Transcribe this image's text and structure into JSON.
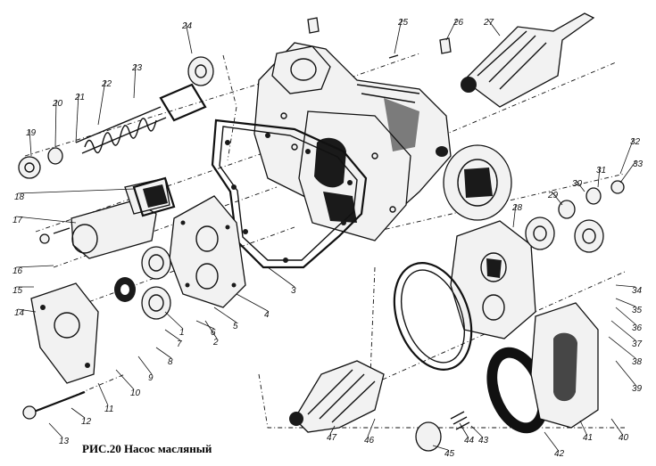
{
  "caption": "РИС.20 Насос масляный",
  "callouts": [
    "1",
    "2",
    "3",
    "4",
    "5",
    "6",
    "7",
    "8",
    "9",
    "10",
    "11",
    "12",
    "13",
    "14",
    "15",
    "16",
    "17",
    "18",
    "19",
    "20",
    "21",
    "22",
    "23",
    "24",
    "25",
    "26",
    "27",
    "28",
    "29",
    "30",
    "31",
    "32",
    "33",
    "34",
    "35",
    "36",
    "37",
    "38",
    "39",
    "40",
    "41",
    "42",
    "43",
    "44",
    "45",
    "46",
    "47"
  ],
  "colors": {
    "ink": "#111111",
    "paper": "#ffffff"
  }
}
